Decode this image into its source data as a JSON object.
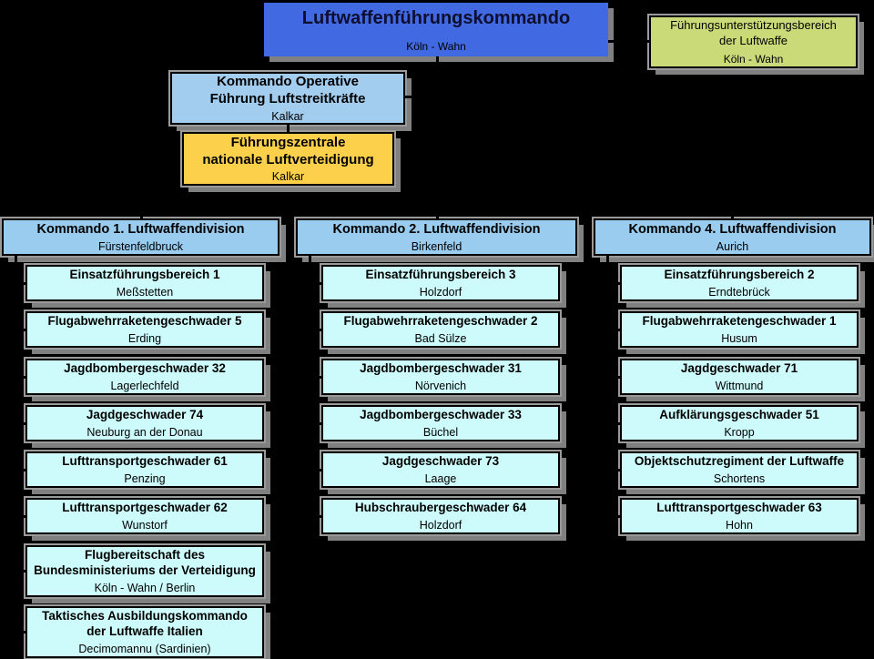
{
  "colors": {
    "canvas-bg": "#000000",
    "root-bg": "#4169e1",
    "support-bg": "#cbda79",
    "operative-bg": "#a3cdee",
    "zentrale-bg": "#fdd04b",
    "division-bg": "#99ccee",
    "unit-bg": "#cdfafa",
    "border-color": "#000000",
    "shadow-color": "#808080",
    "line-color": "#000000"
  },
  "root": {
    "title": "Luftwaffenführungskommando",
    "location": "Köln - Wahn"
  },
  "support": {
    "title": "Führungsunterstützungsbereich\nder Luftwaffe",
    "location": "Köln - Wahn"
  },
  "operative": {
    "title": "Kommando Operative\nFührung Luftstreitkräfte",
    "location": "Kalkar"
  },
  "zentrale": {
    "title": "Führungszentrale\nnationale Luftverteidigung",
    "location": "Kalkar"
  },
  "divisions": [
    {
      "title": "Kommando 1. Luftwaffendivision",
      "location": "Fürstenfeldbruck",
      "children": [
        {
          "title": "Einsatzführungsbereich 1",
          "location": "Meßstetten"
        },
        {
          "title": "Flugabwehrraketengeschwader 5",
          "location": "Erding"
        },
        {
          "title": "Jagdbombergeschwader 32",
          "location": "Lagerlechfeld"
        },
        {
          "title": "Jagdgeschwader 74",
          "location": "Neuburg an der Donau"
        },
        {
          "title": "Lufttransportgeschwader 61",
          "location": "Penzing"
        },
        {
          "title": "Lufttransportgeschwader 62",
          "location": "Wunstorf"
        },
        {
          "title": "Flugbereitschaft des\nBundesministeriums der Verteidigung",
          "location": "Köln - Wahn / Berlin"
        },
        {
          "title": "Taktisches Ausbildungskommando\nder Luftwaffe Italien",
          "location": "Decimomannu (Sardinien)"
        }
      ]
    },
    {
      "title": "Kommando 2. Luftwaffendivision",
      "location": "Birkenfeld",
      "children": [
        {
          "title": "Einsatzführungsbereich 3",
          "location": "Holzdorf"
        },
        {
          "title": "Flugabwehrraketengeschwader 2",
          "location": "Bad Sülze"
        },
        {
          "title": "Jagdbombergeschwader 31",
          "location": "Nörvenich"
        },
        {
          "title": "Jagdbombergeschwader 33",
          "location": "Büchel"
        },
        {
          "title": "Jagdgeschwader 73",
          "location": "Laage"
        },
        {
          "title": "Hubschraubergeschwader 64",
          "location": "Holzdorf"
        }
      ]
    },
    {
      "title": "Kommando 4. Luftwaffendivision",
      "location": "Aurich",
      "children": [
        {
          "title": "Einsatzführungsbereich 2",
          "location": "Erndtebrück"
        },
        {
          "title": "Flugabwehrraketengeschwader 1",
          "location": "Husum"
        },
        {
          "title": "Jagdgeschwader 71",
          "location": "Wittmund"
        },
        {
          "title": "Aufklärungsgeschwader 51",
          "location": "Kropp"
        },
        {
          "title": "Objektschutzregiment der Luftwaffe",
          "location": "Schortens"
        },
        {
          "title": "Lufttransportgeschwader 63",
          "location": "Hohn"
        }
      ]
    }
  ]
}
